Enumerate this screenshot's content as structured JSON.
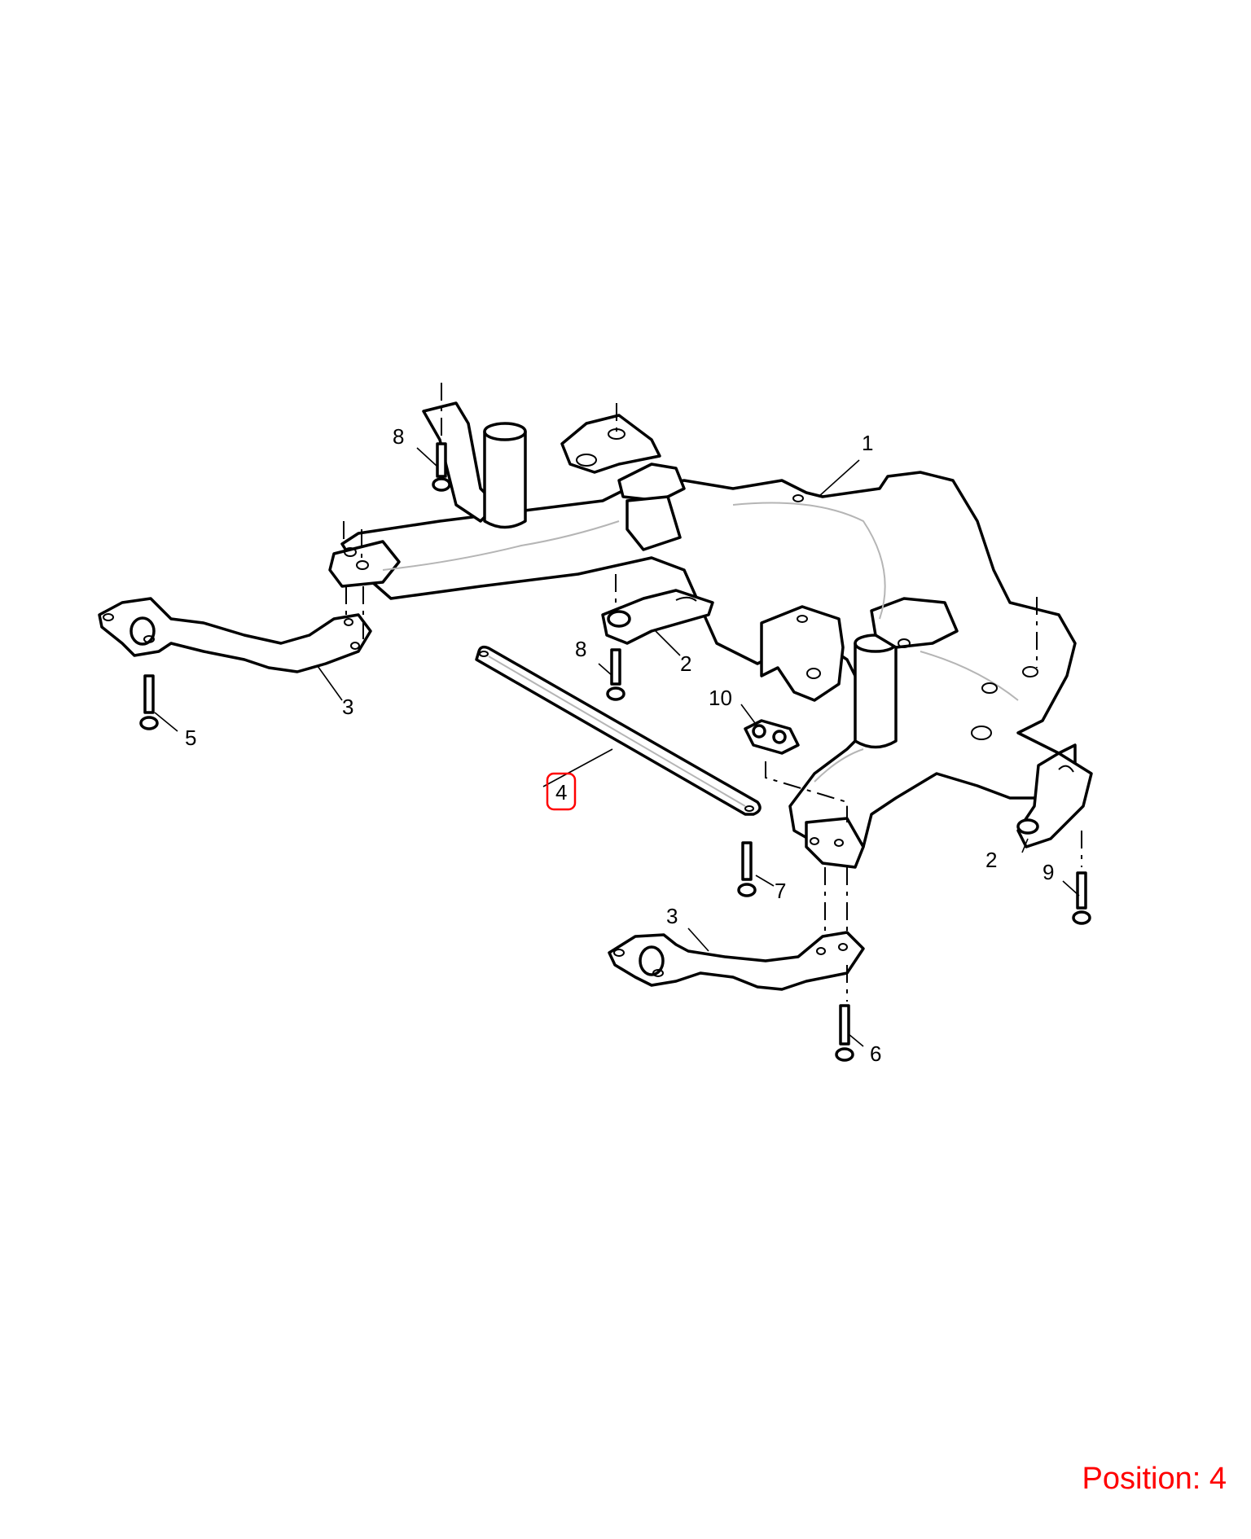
{
  "diagram": {
    "callouts": [
      {
        "id": "c1",
        "text": "1"
      },
      {
        "id": "c2a",
        "text": "2"
      },
      {
        "id": "c2b",
        "text": "2"
      },
      {
        "id": "c3a",
        "text": "3"
      },
      {
        "id": "c3b",
        "text": "3"
      },
      {
        "id": "c4",
        "text": "4"
      },
      {
        "id": "c5",
        "text": "5"
      },
      {
        "id": "c6",
        "text": "6"
      },
      {
        "id": "c7",
        "text": "7"
      },
      {
        "id": "c8a",
        "text": "8"
      },
      {
        "id": "c8b",
        "text": "8"
      },
      {
        "id": "c9",
        "text": "9"
      },
      {
        "id": "c10",
        "text": "10"
      }
    ],
    "highlight_color": "#ff0000",
    "line_color": "#000000"
  },
  "position_label": "Position: 4"
}
